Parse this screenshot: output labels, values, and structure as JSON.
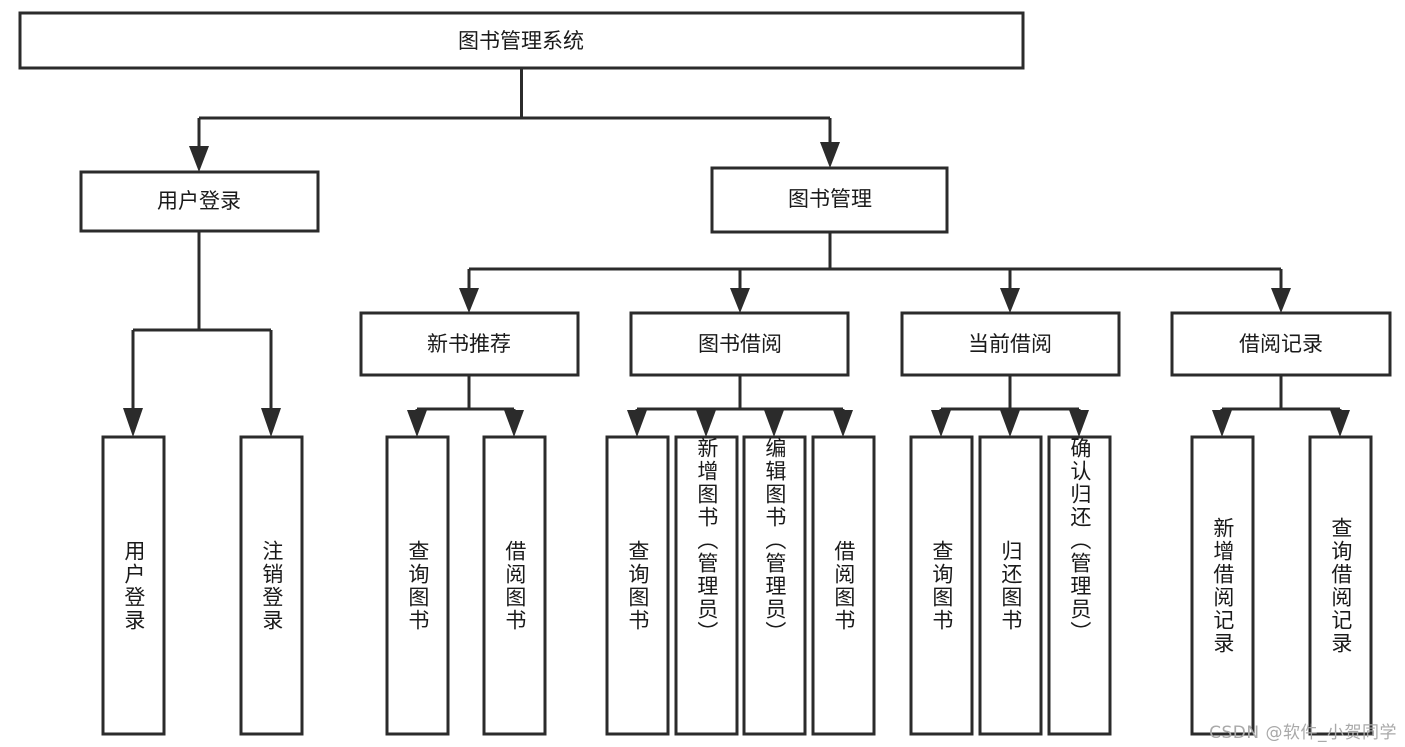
{
  "diagram": {
    "title_node": {
      "label": "图书管理系统"
    },
    "level1": [
      {
        "id": "user-login",
        "label": "用户登录"
      },
      {
        "id": "book-management",
        "label": "图书管理"
      }
    ],
    "level2": [
      {
        "id": "new-book-recommend",
        "label": "新书推荐"
      },
      {
        "id": "book-borrow",
        "label": "图书借阅"
      },
      {
        "id": "current-borrow",
        "label": "当前借阅"
      },
      {
        "id": "borrow-record",
        "label": "借阅记录"
      }
    ],
    "leaves": [
      {
        "id": "leaf-user-login",
        "label": "用户登录"
      },
      {
        "id": "leaf-logout-login",
        "label": "注销登录"
      },
      {
        "id": "leaf-query-book-1",
        "label": "查询图书"
      },
      {
        "id": "leaf-borrow-book-1",
        "label": "借阅图书"
      },
      {
        "id": "leaf-query-book-2",
        "label": "查询图书"
      },
      {
        "id": "leaf-add-book-admin",
        "label": "新增图书（管理员）"
      },
      {
        "id": "leaf-edit-book-admin",
        "label": "编辑图书（管理员）"
      },
      {
        "id": "leaf-borrow-book-2",
        "label": "借阅图书"
      },
      {
        "id": "leaf-query-book-3",
        "label": "查询图书"
      },
      {
        "id": "leaf-return-book",
        "label": "归还图书"
      },
      {
        "id": "leaf-confirm-return-admin",
        "label": "确认归还（管理员）"
      },
      {
        "id": "leaf-add-borrow-record",
        "label": "新增借阅记录"
      },
      {
        "id": "leaf-query-borrow-record",
        "label": "查询借阅记录"
      }
    ]
  },
  "watermark": {
    "text": "CSDN @软件_小贺同学"
  },
  "colors": {
    "stroke": "#2b2b2b",
    "box_fill": "#ffffff",
    "text": "#1a1a1a",
    "watermark": "#a9a9a9",
    "background": "#ffffff"
  }
}
